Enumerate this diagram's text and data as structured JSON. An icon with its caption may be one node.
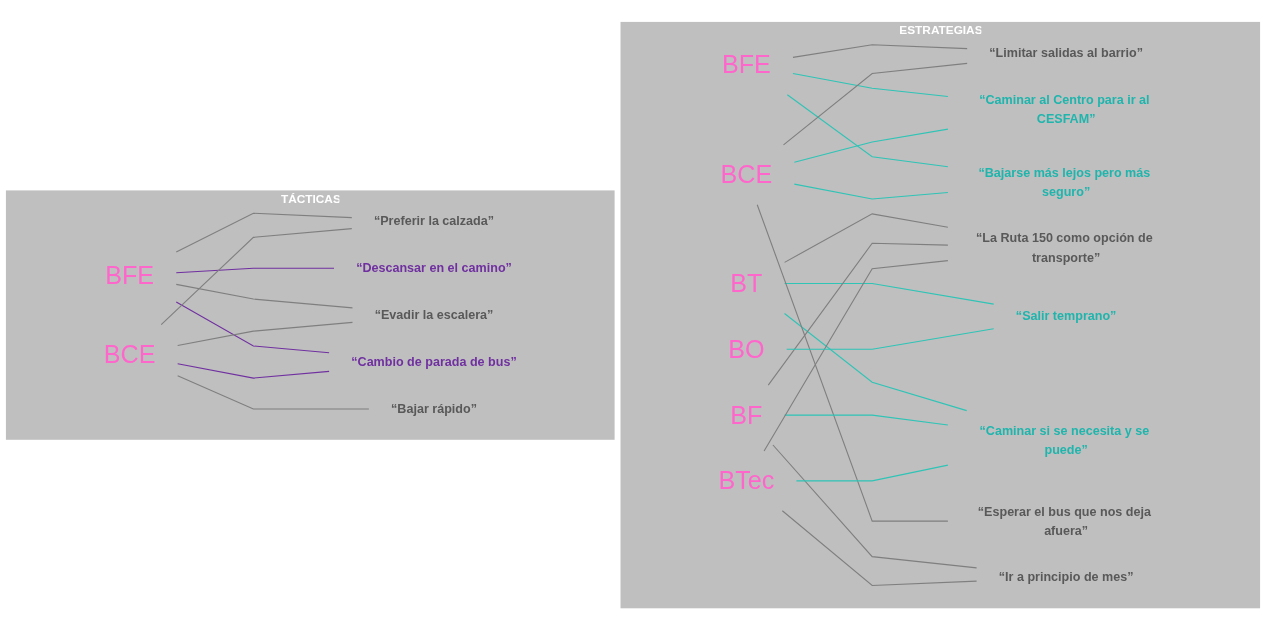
{
  "diagram": {
    "nodes": [
      {
        "text": [
          "ESTRATEGIAS"
        ]
      },
      {
        "text": [
          "TÁCTICAS"
        ]
      },
      {
        "text": [
          "BFE"
        ],
        "in": 0
      },
      {
        "text": [
          "BT"
        ],
        "in": 0
      },
      {
        "text": [
          "BCE"
        ],
        "in": 0
      },
      {
        "text": [
          "BF"
        ],
        "in": 0
      },
      {
        "text": [
          "BTec"
        ],
        "in": 0
      },
      {
        "text": [
          "BO"
        ],
        "in": 0
      },
      {
        "text": [
          "“Limitar salidas al barrio”"
        ],
        "in": 0
      },
      {
        "text": [
          "“Caminar al Centro para ir al CESFAM”"
        ],
        "in": 0
      },
      {
        "text": [
          "“La Ruta 150 como opción de transporte”"
        ],
        "in": 0
      },
      {
        "text": [
          "“Bajarse más lejos pero más seguro”"
        ],
        "in": 0
      },
      {
        "text": [
          "“Esperar el bus que nos deja afuera”"
        ],
        "in": 0
      },
      {
        "text": [
          "“Salir temprano”"
        ],
        "in": 0
      },
      {
        "text": [
          "“Ir a principio de mes”"
        ],
        "in": 0
      },
      {
        "text": [
          "“Caminar si se necesita y se puede”"
        ],
        "in": 0
      },
      {
        "text": [
          "BFE"
        ],
        "in": 1
      },
      {
        "text": [
          "BCE"
        ],
        "in": 1
      },
      {
        "text": [
          "“Preferir la calzada”"
        ],
        "in": 1
      },
      {
        "text": [
          "“Descansar en el camino”"
        ],
        "in": 1
      },
      {
        "text": [
          "“Evadir la escalera”"
        ],
        "in": 1
      },
      {
        "text": [
          "“Cambio de parada de bus”"
        ],
        "in": 1
      },
      {
        "text": [
          "“Bajar rápido”"
        ],
        "in": 1
      }
    ],
    "edges": [
      {
        "from": 2,
        "to": 8,
        "arrow": "none"
      },
      {
        "from": 2,
        "to": 9,
        "arrow": "none",
        "color": "#2ec4b6"
      },
      {
        "from": 2,
        "to": 11,
        "arrow": "none",
        "color": "#2ec4b6"
      },
      {
        "from": 3,
        "to": 10,
        "arrow": "none"
      },
      {
        "from": 3,
        "to": 13,
        "arrow": "none",
        "color": "#2ec4b6"
      },
      {
        "from": 3,
        "to": 15,
        "arrow": "none",
        "color": "#2ec4b6"
      },
      {
        "from": 4,
        "to": 8,
        "arrow": "none"
      },
      {
        "from": 4,
        "to": 9,
        "arrow": "none",
        "color": "#2ec4b6"
      },
      {
        "from": 4,
        "to": 11,
        "arrow": "none",
        "color": "#2ec4b6"
      },
      {
        "from": 4,
        "to": 12,
        "arrow": "none"
      },
      {
        "from": 5,
        "to": 10,
        "arrow": "none"
      },
      {
        "from": 5,
        "to": 14,
        "arrow": "none"
      },
      {
        "from": 5,
        "to": 15,
        "arrow": "none",
        "color": "#2ec4b6"
      },
      {
        "from": 6,
        "to": 10,
        "arrow": "none"
      },
      {
        "from": 6,
        "to": 14,
        "arrow": "none"
      },
      {
        "from": 6,
        "to": 15,
        "arrow": "none",
        "color": "#2ec4b6"
      },
      {
        "from": 7,
        "to": 13,
        "arrow": "none",
        "color": "#2ec4b6"
      },
      {
        "from": 16,
        "to": 18,
        "arrow": "none"
      },
      {
        "from": 16,
        "to": 19,
        "arrow": "none",
        "color": "#7030a0"
      },
      {
        "from": 16,
        "to": 20,
        "arrow": "none"
      },
      {
        "from": 16,
        "to": 21,
        "arrow": "none",
        "color": "#7030a0"
      },
      {
        "from": 17,
        "to": 18,
        "arrow": "none"
      },
      {
        "from": 17,
        "to": 20,
        "arrow": "none"
      },
      {
        "from": 17,
        "to": 21,
        "arrow": "none",
        "color": "#7030a0"
      },
      {
        "from": 17,
        "to": 22,
        "arrow": "none"
      }
    ]
  }
}
